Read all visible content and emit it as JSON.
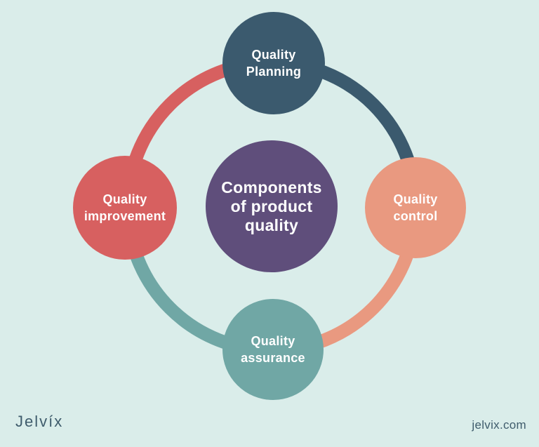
{
  "title": "Components of product quality infographic",
  "colors": {
    "background": "#daedea",
    "center_circle": "#5f4e7b",
    "planning_circle": "#3b5a6e",
    "control_circle": "#e99980",
    "assurance_circle": "#70a7a5",
    "improvement_circle": "#d76060",
    "label_text": "#ffffff",
    "footer_text": "#3f5c6c"
  },
  "center": {
    "lines": [
      "Components",
      "of product",
      "quality"
    ]
  },
  "nodes": {
    "planning": {
      "lines": [
        "Quality",
        "Planning"
      ]
    },
    "control": {
      "lines": [
        "Quality",
        "control"
      ]
    },
    "assurance": {
      "lines": [
        "Quality",
        "assurance"
      ]
    },
    "improvement": {
      "lines": [
        "Quality",
        "improvement"
      ]
    }
  },
  "arcs": {
    "improvement_to_planning_color": "#d76060",
    "planning_to_control_color": "#3b5a6e",
    "control_to_assurance_color": "#e99980",
    "assurance_to_improvement_color": "#70a7a5"
  },
  "footer": {
    "brand": "Jelvíx",
    "website": "jelvix.com"
  }
}
